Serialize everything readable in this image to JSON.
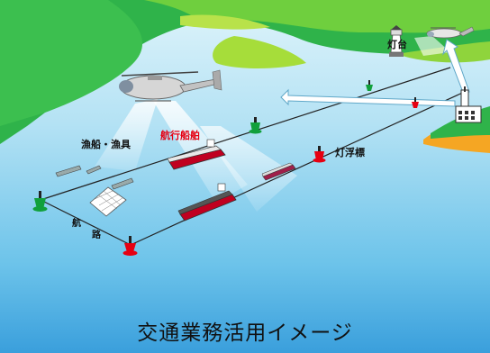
{
  "labels": {
    "lighthouse": "灯台",
    "fishing": "漁船・漁具",
    "navigating_ships": "航行船舶",
    "light_buoy": "灯浮標",
    "route_char_1": "航",
    "route_char_2": "路"
  },
  "caption": "交通業務活用イメージ",
  "colors": {
    "sea_top": "#c9ecf7",
    "sea_bottom": "#3ba3de",
    "land_green": "#2fb34a",
    "land_light": "#a6dd3a",
    "buoy_red": "#e60012",
    "buoy_green": "#11a03c",
    "navigating_ships_label": "#e60012"
  },
  "icons": [
    "helicopter-icon",
    "lighthouse-icon",
    "drone-icon",
    "radar-station-icon",
    "buoy-icon",
    "ship-icon",
    "fishing-boat-icon",
    "fishing-net-icon"
  ]
}
